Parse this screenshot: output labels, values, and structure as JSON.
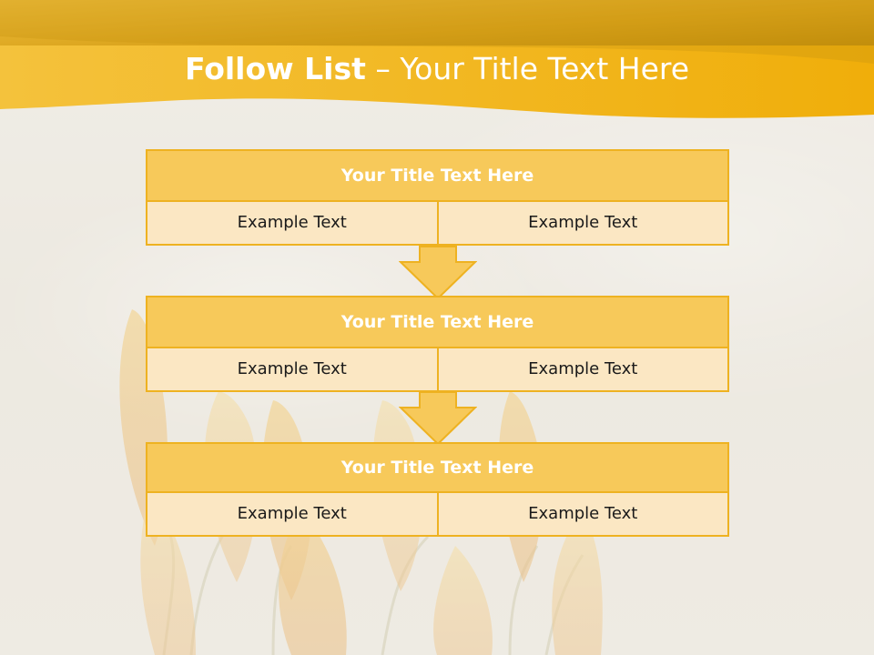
{
  "slide": {
    "title_bold": "Follow List",
    "title_rest": " – Your Title Text Here"
  },
  "steps": [
    {
      "title": "Your Title Text Here",
      "left": "Example Text",
      "right": "Example Text"
    },
    {
      "title": "Your Title Text Here",
      "left": "Example Text",
      "right": "Example Text"
    },
    {
      "title": "Your Title Text Here",
      "left": "Example Text",
      "right": "Example Text"
    }
  ],
  "colors": {
    "header_gold": "#eeb221",
    "title_fill": "#f7c95a",
    "cell_fill": "#fbe7c3",
    "border": "#eeb221"
  },
  "icons": {
    "down_arrow": "down-arrow-icon"
  }
}
